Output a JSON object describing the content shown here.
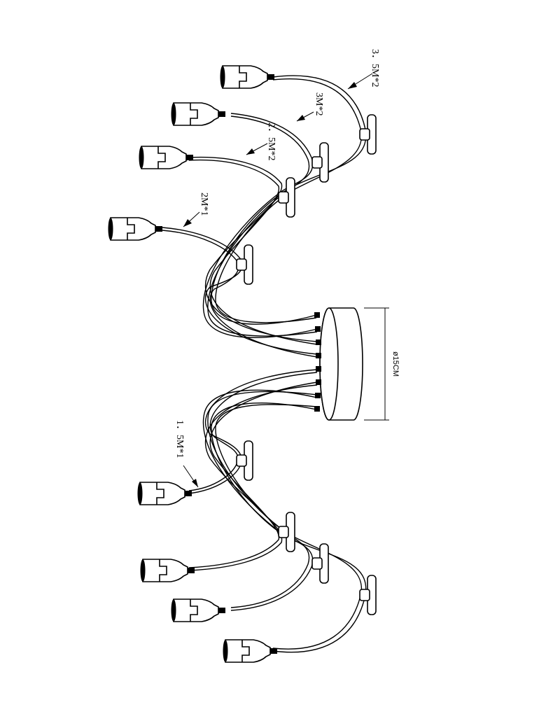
{
  "labels": {
    "l1": "3．5M*2",
    "l2": "3M*2",
    "l3": "2．5M*2",
    "l4": "2M*1",
    "l5": "1．5M*1",
    "diameter": "ø15CM"
  },
  "colors": {
    "line": "#000000",
    "background": "#ffffff"
  }
}
